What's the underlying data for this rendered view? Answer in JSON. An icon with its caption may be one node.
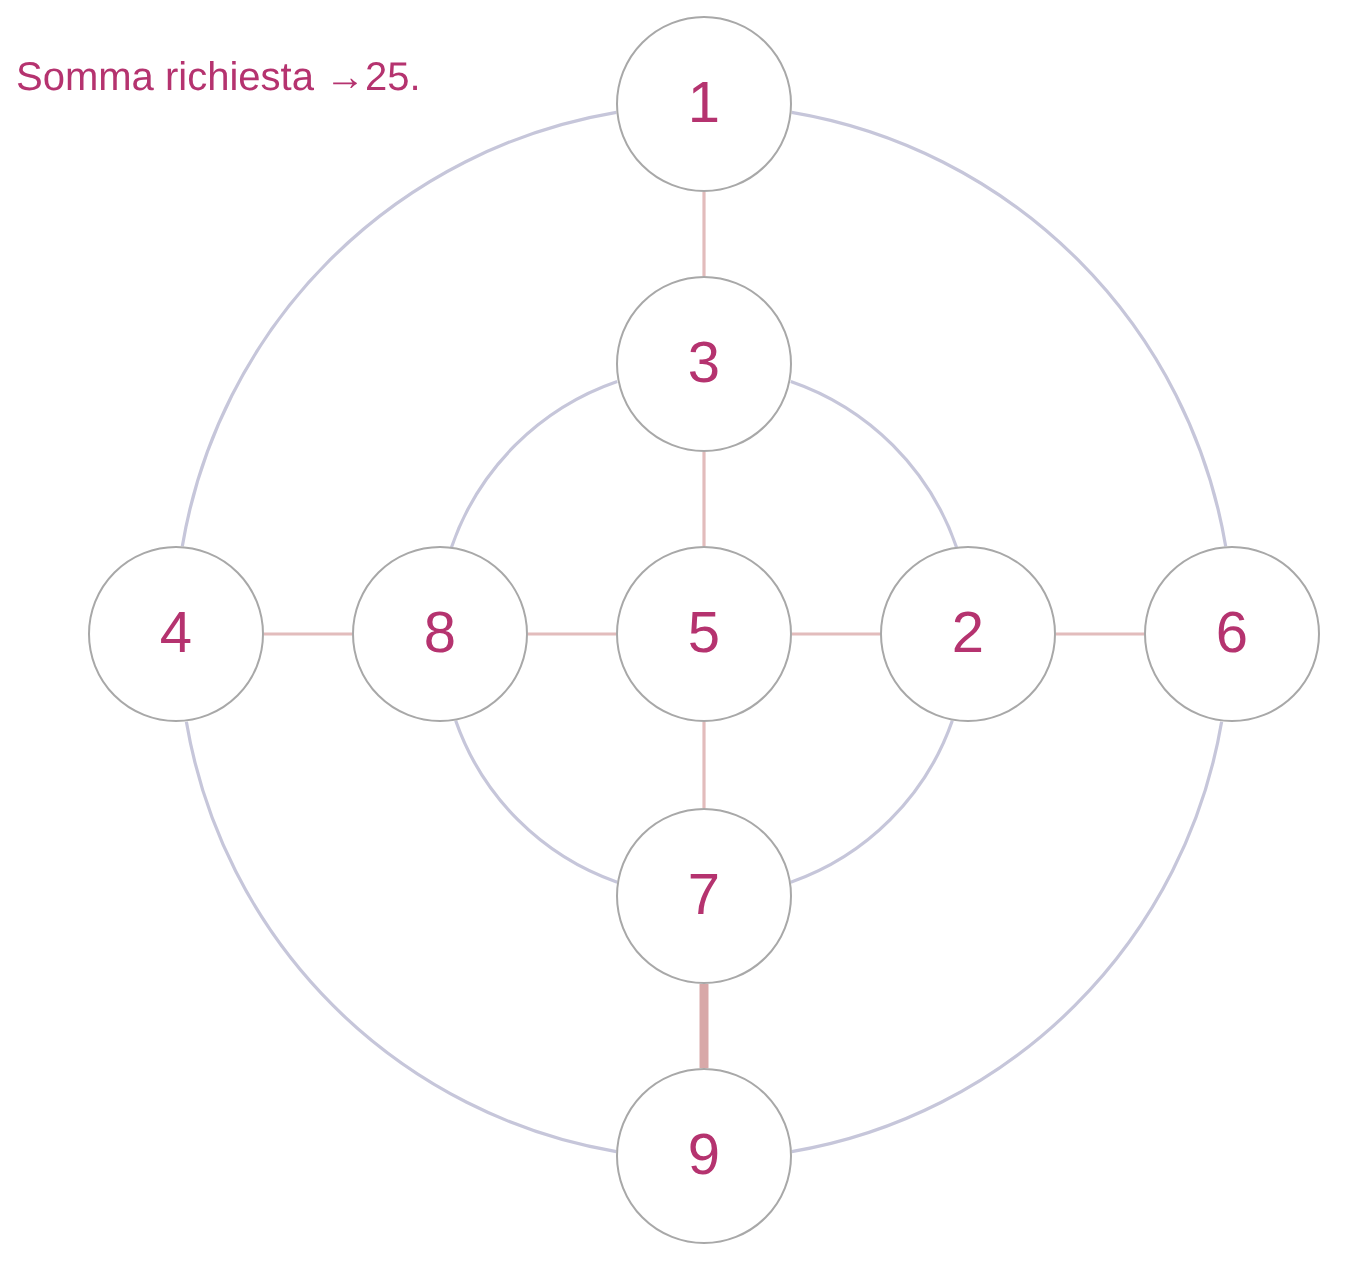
{
  "diagram": {
    "nodes": [
      {
        "text": [
          "1"
        ]
      },
      {
        "text": [
          "3"
        ]
      },
      {
        "text": [
          "4"
        ]
      },
      {
        "text": [
          "8"
        ]
      },
      {
        "text": [
          "5"
        ]
      },
      {
        "text": [
          "2"
        ]
      },
      {
        "text": [
          "6"
        ]
      },
      {
        "text": [
          "7"
        ]
      },
      {
        "text": [
          "9"
        ]
      }
    ],
    "edges": [
      {
        "from": 0,
        "to": 1,
        "arrow": "none",
        "color": "#e2bcbc"
      },
      {
        "from": 1,
        "to": 4,
        "arrow": "none",
        "color": "#e2bcbc"
      },
      {
        "from": 4,
        "to": 7,
        "arrow": "none",
        "color": "#e2bcbc"
      },
      {
        "from": 7,
        "to": 8,
        "arrow": "none",
        "color": "#d8a8a8",
        "style": "thick"
      },
      {
        "from": 2,
        "to": 3,
        "arrow": "none",
        "color": "#e2bcbc"
      },
      {
        "from": 3,
        "to": 4,
        "arrow": "none",
        "color": "#e2bcbc"
      },
      {
        "from": 4,
        "to": 5,
        "arrow": "none",
        "color": "#e2bcbc"
      },
      {
        "from": 5,
        "to": 6,
        "arrow": "none",
        "color": "#e2bcbc"
      },
      {
        "from": 0,
        "to": 2,
        "arrow": "none"
      },
      {
        "from": 0,
        "to": 6,
        "arrow": "none"
      },
      {
        "from": 2,
        "to": 8,
        "arrow": "none"
      },
      {
        "from": 6,
        "to": 8,
        "arrow": "none"
      },
      {
        "from": 1,
        "to": 3,
        "arrow": "none"
      },
      {
        "from": 1,
        "to": 5,
        "arrow": "none"
      },
      {
        "from": 3,
        "to": 7,
        "arrow": "none"
      },
      {
        "from": 5,
        "to": 7,
        "arrow": "none"
      }
    ],
    "labels": [
      "Somma richiesta →25."
    ]
  }
}
